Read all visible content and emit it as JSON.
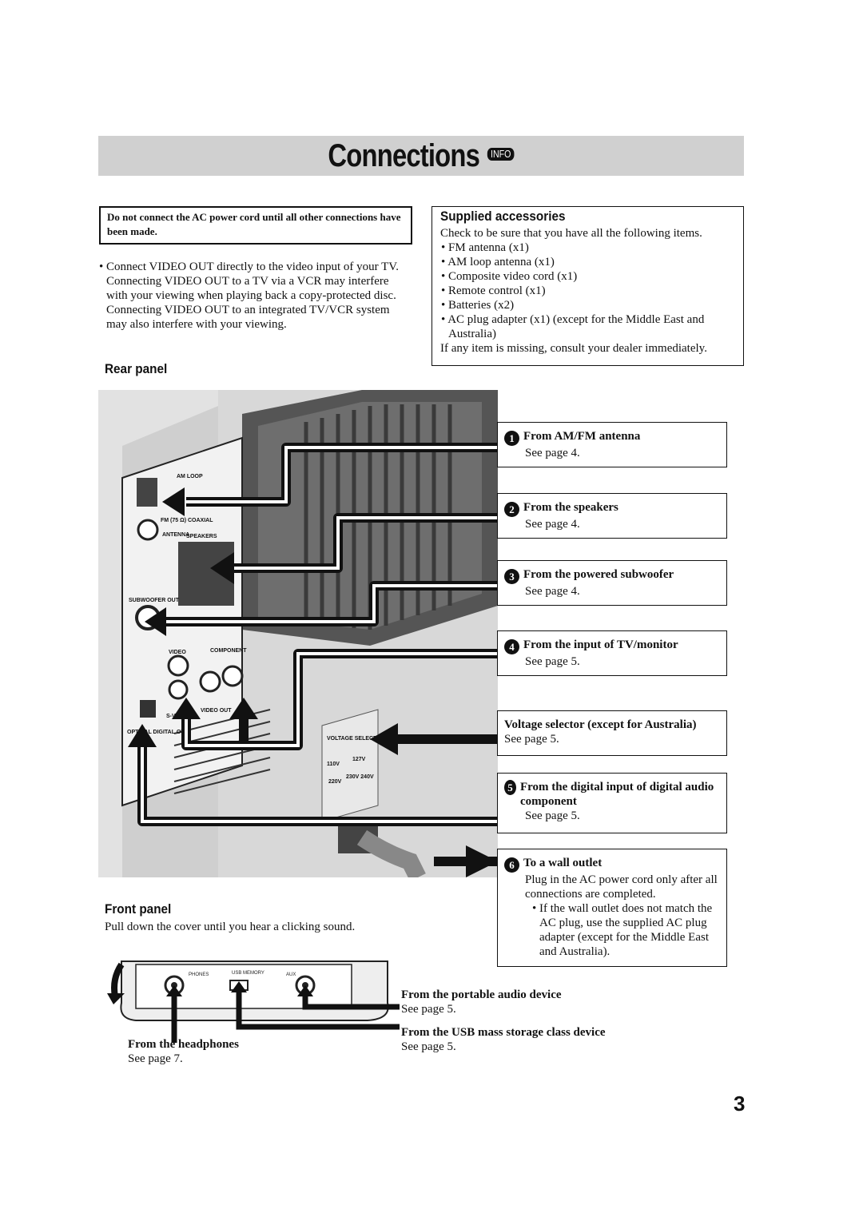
{
  "title": {
    "text": "Connections",
    "badge": "INFO"
  },
  "warning": "Do not connect the AC power cord until all other connections have been made.",
  "video_note": "Connect VIDEO OUT directly to the video input of your TV. Connecting VIDEO OUT to a TV via a VCR may interfere with your viewing when playing back a copy-protected disc. Connecting VIDEO OUT to an integrated TV/VCR system may also interfere with your viewing.",
  "accessories": {
    "heading": "Supplied accessories",
    "intro": "Check to be sure that you have all the following items.",
    "items": [
      "FM antenna (x1)",
      "AM loop antenna (x1)",
      "Composite video cord (x1)",
      "Remote control (x1)",
      "Batteries (x2)",
      "AC plug adapter (x1) (except for the Middle East and Australia)"
    ],
    "footer": "If any item is missing, consult your dealer immediately."
  },
  "rear_panel": {
    "heading": "Rear panel",
    "panel_labels": {
      "am_loop": "AM LOOP",
      "fm": "FM (75 Ω) COAXIAL",
      "antenna": "ANTENNA",
      "speakers": "SPEAKERS",
      "subwoofer": "SUBWOOFER OUT",
      "video": "VIDEO",
      "component": "COMPONENT",
      "svideo": "S-VIDEO",
      "video_out": "VIDEO OUT",
      "optical": "OPTICAL DIGITAL OUT",
      "voltage": "VOLTAGE SELECTOR",
      "v110": "110V",
      "v127": "127V",
      "v220": "220V",
      "v230": "230V 240V"
    },
    "callouts": [
      {
        "num": "1",
        "title": "From AM/FM antenna",
        "ref": "See page 4."
      },
      {
        "num": "2",
        "title": "From the speakers",
        "ref": "See page 4."
      },
      {
        "num": "3",
        "title": "From the powered subwoofer",
        "ref": "See page 4."
      },
      {
        "num": "4",
        "title": "From the input of TV/monitor",
        "ref": "See page 5."
      },
      {
        "num": "",
        "title": "Voltage selector (except for Australia)",
        "ref": "See page 5."
      },
      {
        "num": "5",
        "title": "From the digital input of digital audio component",
        "ref": "See page 5."
      },
      {
        "num": "6",
        "title": "To a wall outlet",
        "ref": "Plug in the AC power cord only after all connections are completed.",
        "note": "If the wall outlet does not match the AC plug, use the supplied AC plug adapter (except for the Middle East and Australia)."
      }
    ]
  },
  "front_panel": {
    "heading": "Front panel",
    "description": "Pull down the cover until you hear a clicking sound.",
    "panel_labels": {
      "phones": "PHONES",
      "usb": "USB MEMORY",
      "aux": "AUX"
    },
    "portable": {
      "title": "From the portable audio device",
      "ref": "See page 5."
    },
    "usb": {
      "title": "From the USB mass storage class device",
      "ref": "See page 5."
    },
    "headphones": {
      "title": "From the headphones",
      "ref": "See page 7."
    }
  },
  "page_number": "3"
}
